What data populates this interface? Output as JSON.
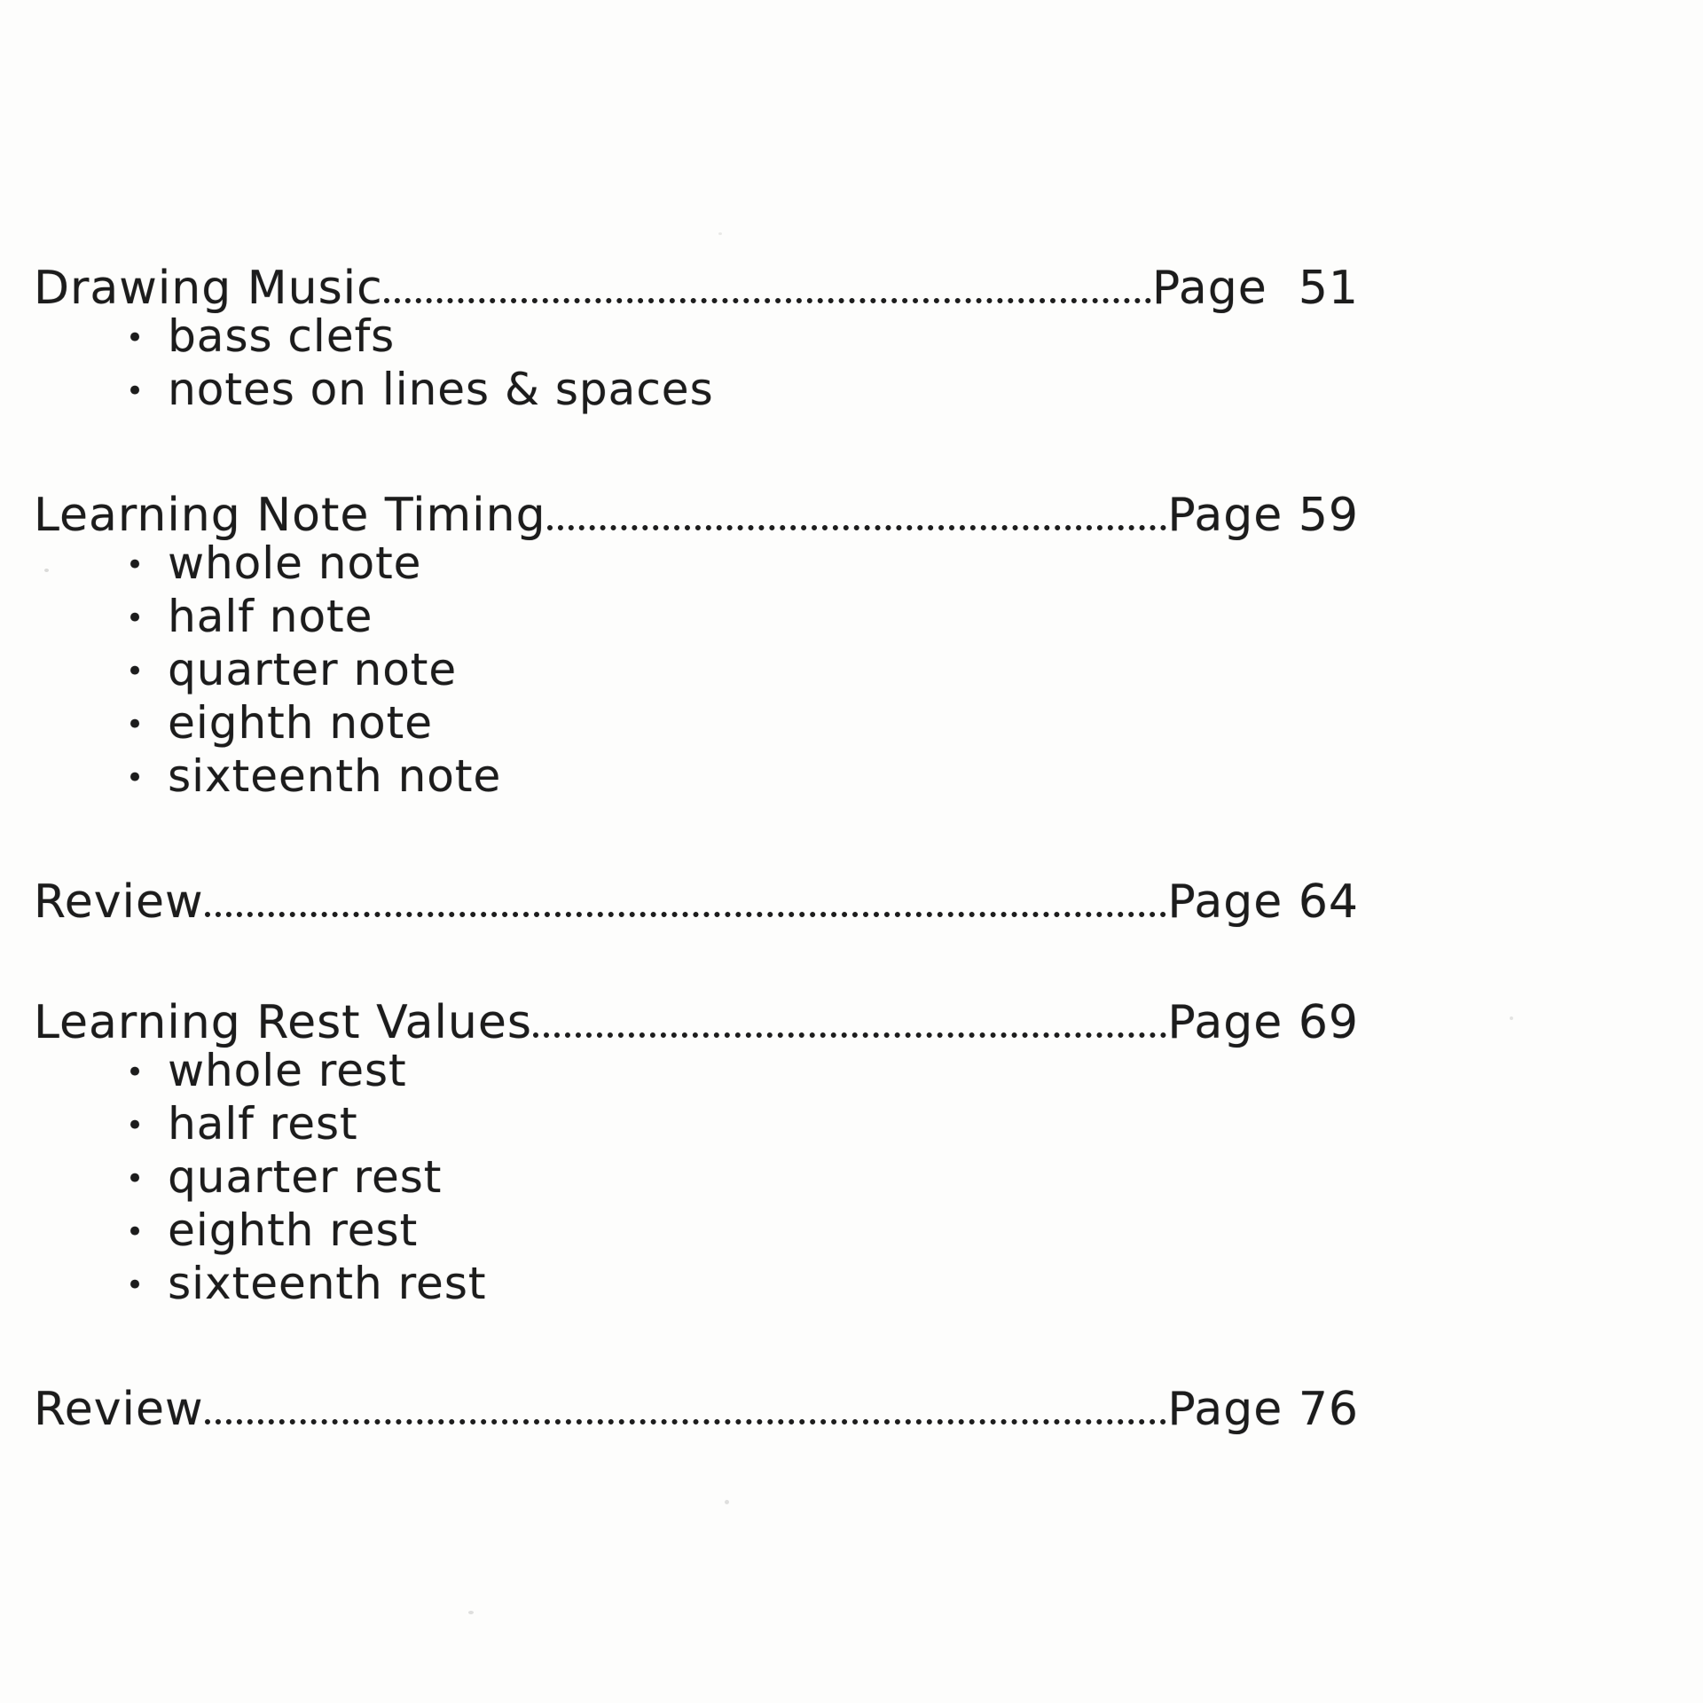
{
  "page": {
    "background": "#fdfdfc",
    "ink_color": "#1c1c1c"
  },
  "toc": {
    "bullet_glyph": "•",
    "sections": [
      {
        "title": "Drawing Music",
        "page_label": "Page  51",
        "items": [
          "bass clefs",
          "notes on lines & spaces"
        ]
      },
      {
        "title": "Learning Note Timing",
        "page_label": "Page 59",
        "items": [
          "whole note",
          "half note",
          "quarter note",
          "eighth note",
          "sixteenth note"
        ]
      },
      {
        "title": "Review",
        "page_label": "Page 64",
        "items": []
      },
      {
        "title": "Learning Rest Values",
        "page_label": "Page 69",
        "items": [
          "whole rest",
          "half rest",
          "quarter rest",
          "eighth rest",
          "sixteenth rest"
        ]
      },
      {
        "title": "Review",
        "page_label": "Page 76",
        "items": []
      }
    ]
  }
}
